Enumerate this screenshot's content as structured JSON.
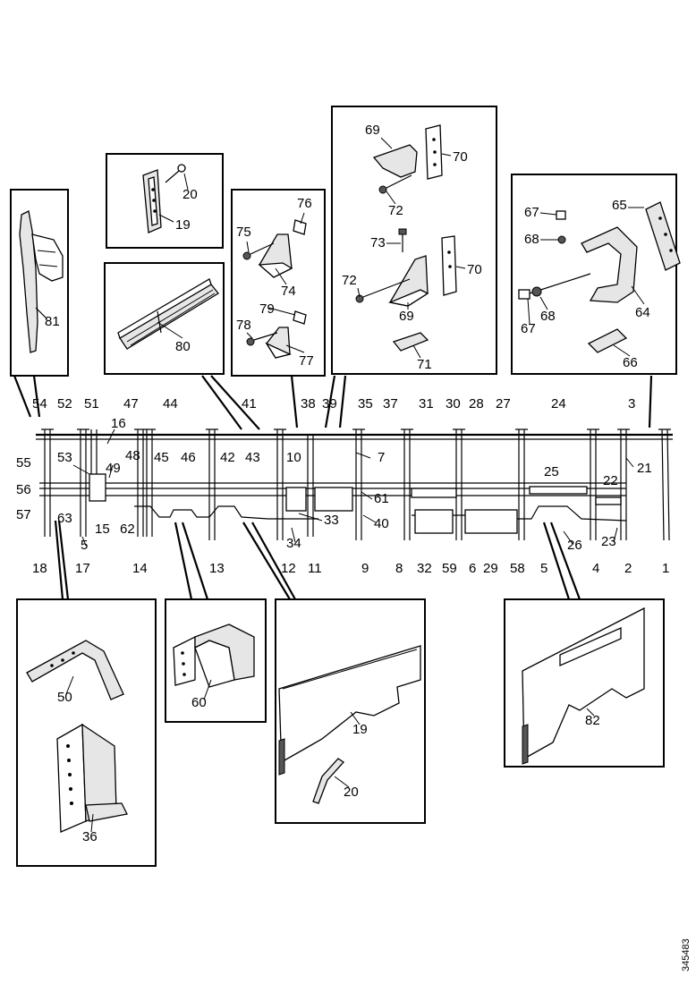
{
  "doc_id": "345483",
  "labels": {
    "b1_81": "81",
    "b2_20": "20",
    "b2_19": "19",
    "b3_80": "80",
    "b4_76": "76",
    "b4_75": "75",
    "b4_74": "74",
    "b4_79": "79",
    "b4_78": "78",
    "b4_77": "77",
    "b5_69a": "69",
    "b5_70a": "70",
    "b5_72a": "72",
    "b5_73": "73",
    "b5_72b": "72",
    "b5_70b": "70",
    "b5_69b": "69",
    "b5_71": "71",
    "b6_67a": "67",
    "b6_65": "65",
    "b6_68a": "68",
    "b6_67b": "67",
    "b6_68b": "68",
    "b6_64": "64",
    "b6_66": "66",
    "m54": "54",
    "m52": "52",
    "m51": "51",
    "m47": "47",
    "m44": "44",
    "m41": "41",
    "m38": "38",
    "m39": "39",
    "m35": "35",
    "m37": "37",
    "m31": "31",
    "m30": "30",
    "m28": "28",
    "m27": "27",
    "m24": "24",
    "m3": "3",
    "m16": "16",
    "m7": "7",
    "m21": "21",
    "m55": "55",
    "m53": "53",
    "m49": "49",
    "m48": "48",
    "m45": "45",
    "m46": "46",
    "m42": "42",
    "m43": "43",
    "m10": "10",
    "m25": "25",
    "m22": "22",
    "m56": "56",
    "m61": "61",
    "m57": "57",
    "m63": "63",
    "m15": "15",
    "m62": "62",
    "m33": "33",
    "m40": "40",
    "m5a": "5",
    "m34": "34",
    "m26": "26",
    "m23": "23",
    "m18": "18",
    "m17": "17",
    "m14": "14",
    "m13": "13",
    "m12": "12",
    "m11": "11",
    "m9": "9",
    "m8": "8",
    "m32": "32",
    "m59": "59",
    "m6": "6",
    "m29": "29",
    "m58": "58",
    "m5b": "5",
    "m4": "4",
    "m2": "2",
    "m1": "1",
    "b7_50": "50",
    "b7_36": "36",
    "b8_60": "60",
    "b9_19": "19",
    "b9_20": "20",
    "b10_82": "82"
  }
}
